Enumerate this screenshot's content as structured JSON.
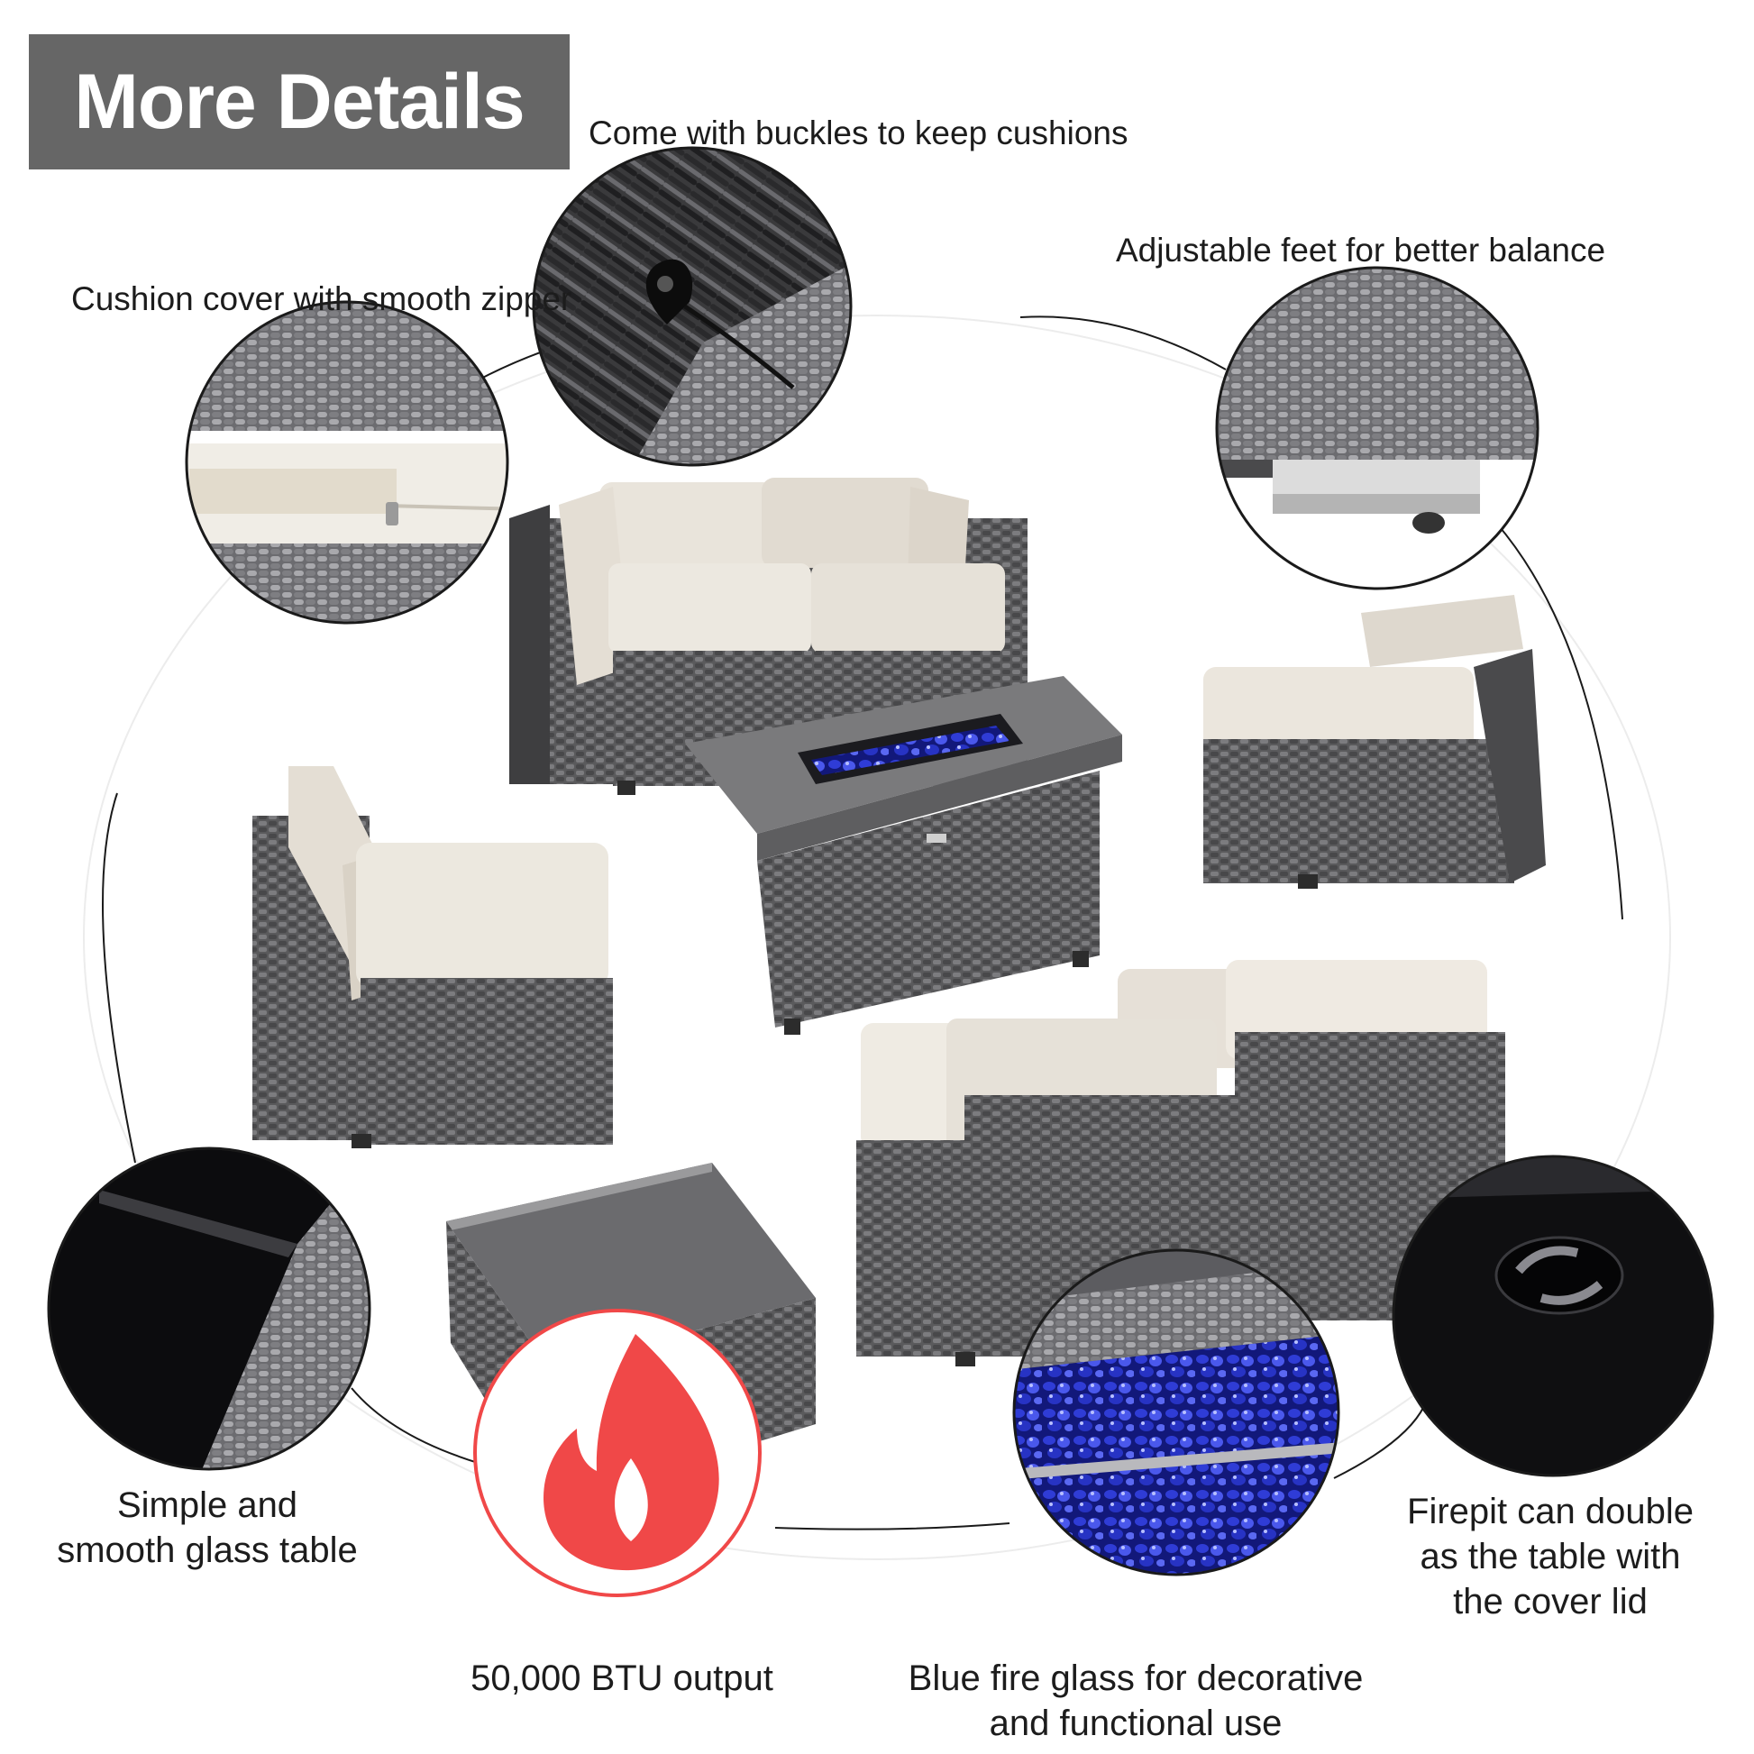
{
  "banner": {
    "title": "More Details"
  },
  "callouts": {
    "buckles": "Come with buckles to keep cushions",
    "zipper": "Cushion cover with smooth zipper",
    "feet": "Adjustable feet for better balance",
    "glass_table": [
      "Simple and",
      "smooth glass table"
    ],
    "btu": "50,000 BTU output",
    "fire_glass": [
      "Blue fire glass for decorative",
      "and functional use"
    ],
    "firepit_lid": [
      "Firepit can double",
      "as the table with",
      "the cover lid"
    ]
  },
  "colors": {
    "banner_bg": "#666666",
    "wicker": "#58585a",
    "cushion": "#ebe6dd",
    "flame": "#f04848",
    "fire_glass": "#1f2bb0"
  },
  "icons": [
    "flame-icon"
  ]
}
